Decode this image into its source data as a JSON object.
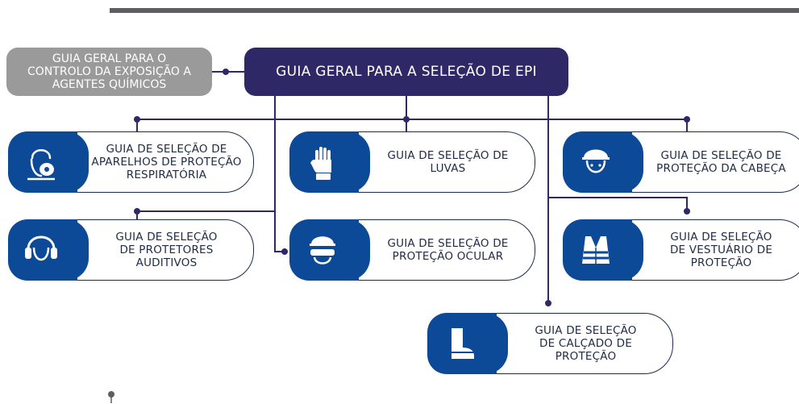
{
  "header": {
    "main_title": "GUIA GERAL PARA A SELEÇÃO DE EPI",
    "side_title": "GUIA GERAL PARA O\nCONTROLO DA EXPOSIÇÃO A\nAGENTES QUÍMICOS"
  },
  "cards": {
    "respiratory": "GUIA DE SELEÇÃO DE\nAPARELHOS DE PROTEÇÃO\nRESPIRATÓRIA",
    "gloves": "GUIA DE SELEÇÃO DE\nLUVAS",
    "head": "GUIA DE SELEÇÃO DE\nPROTEÇÃO DA CABEÇA",
    "hearing": "GUIA DE SELEÇÃO\nDE PROTETORES\nAUDITIVOS",
    "eye": "GUIA DE SELEÇÃO DE\nPROTEÇÃO OCULAR",
    "clothing": "GUIA DE SELEÇÃO\nDE VESTUÁRIO DE\nPROTEÇÃO",
    "footwear": "GUIA DE SELEÇÃO\nDE CALÇADO DE\nPROTEÇÃO"
  },
  "icons": {
    "respiratory": "respirator-mask-icon",
    "gloves": "glove-icon",
    "head": "hard-hat-icon",
    "hearing": "ear-muffs-icon",
    "eye": "safety-goggles-icon",
    "clothing": "safety-vest-icon",
    "footwear": "safety-boot-icon"
  },
  "colors": {
    "main_box": "#2f2867",
    "side_box": "#9a9a9a",
    "icon_tile": "#0c4a97",
    "connector": "#2f2867",
    "top_bar": "#5d5d62"
  }
}
